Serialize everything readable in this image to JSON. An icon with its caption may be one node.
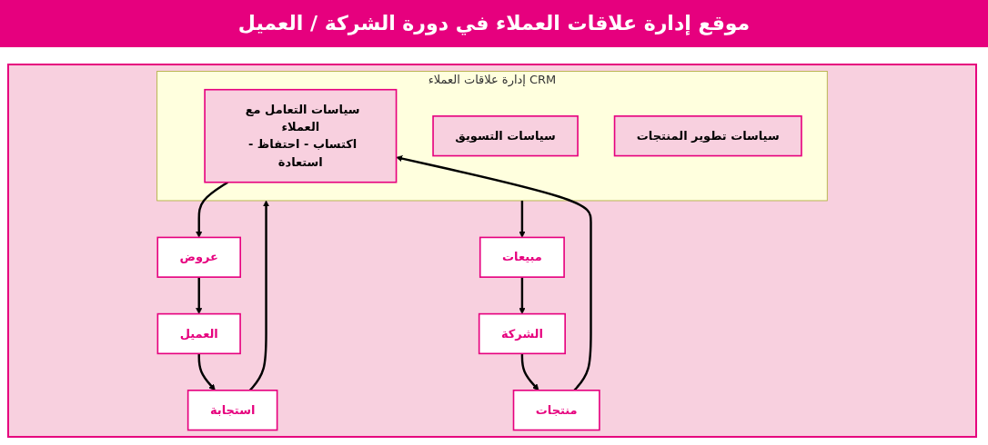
{
  "diagram": {
    "title": "موقع إدارة علاقات العملاء في دورة الشركة / العميل",
    "nodes": [
      {
        "text": [
          "إدارة علاقات العملاء CRM"
        ]
      },
      {
        "text": [
          "سياسات التعامل مع العملاء",
          "اكتساب - احتفاظ - استعادة"
        ],
        "in": 0
      },
      {
        "text": [
          "سياسات التسويق"
        ],
        "in": 0
      },
      {
        "text": [
          "سياسات تطوير المنتجات"
        ],
        "in": 0
      },
      {
        "text": [
          "منتجات"
        ]
      },
      {
        "text": [
          "عروض"
        ]
      },
      {
        "text": [
          "الشركة"
        ]
      },
      {
        "text": [
          "العميل"
        ]
      },
      {
        "text": [
          "مبيعات"
        ]
      },
      {
        "text": [
          "استجابة"
        ]
      }
    ],
    "edges": [
      {
        "from": 1,
        "to": 5,
        "arrow": "to"
      },
      {
        "from": 5,
        "to": 7,
        "arrow": "to"
      },
      {
        "from": 7,
        "to": 9,
        "arrow": "to"
      },
      {
        "from": 9,
        "to": 0,
        "arrow": "to"
      },
      {
        "from": 0,
        "to": 8,
        "arrow": "to"
      },
      {
        "from": 8,
        "to": 6,
        "arrow": "to"
      },
      {
        "from": 6,
        "to": 4,
        "arrow": "to"
      },
      {
        "from": 4,
        "to": 1,
        "arrow": "to"
      }
    ]
  }
}
